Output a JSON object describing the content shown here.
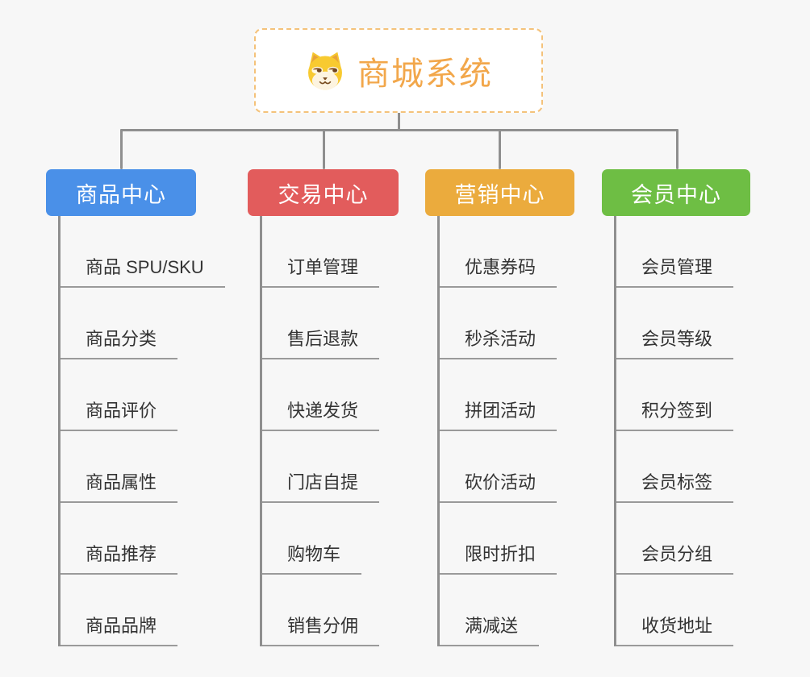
{
  "root": {
    "title": "商城系统",
    "icon": "doge-icon",
    "text_color": "#f2a74b",
    "border_color": "#f4c27a"
  },
  "connector_color": "#8f8f8f",
  "branches": [
    {
      "label": "商品中心",
      "color": "#4a90e8",
      "items": [
        "商品 SPU/SKU",
        "商品分类",
        "商品评价",
        "商品属性",
        "商品推荐",
        "商品品牌"
      ]
    },
    {
      "label": "交易中心",
      "color": "#e25c5c",
      "items": [
        "订单管理",
        "售后退款",
        "快递发货",
        "门店自提",
        "购物车",
        "销售分佣"
      ]
    },
    {
      "label": "营销中心",
      "color": "#ebab3d",
      "items": [
        "优惠券码",
        "秒杀活动",
        "拼团活动",
        "砍价活动",
        "限时折扣",
        "满减送"
      ]
    },
    {
      "label": "会员中心",
      "color": "#6ebe44",
      "items": [
        "会员管理",
        "会员等级",
        "积分签到",
        "会员标签",
        "会员分组",
        "收货地址"
      ]
    }
  ]
}
